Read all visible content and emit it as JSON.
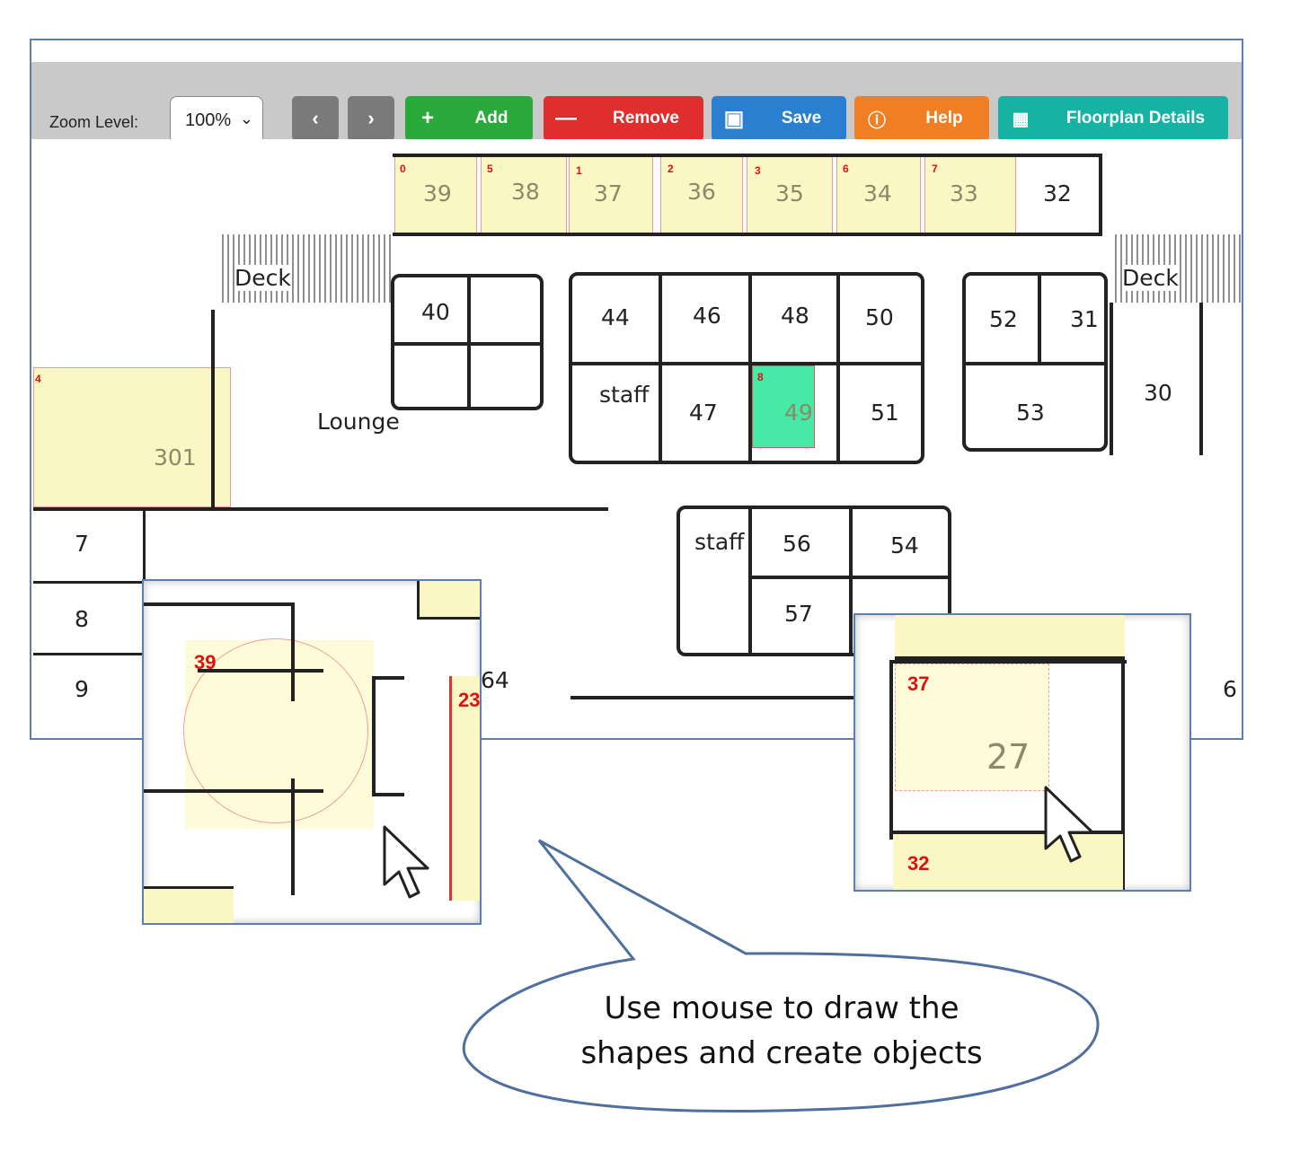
{
  "toolbar": {
    "zoom_label": "Zoom Level:",
    "zoom_value": "100%",
    "prev_icon": "chevron-left-icon",
    "next_icon": "chevron-right-icon",
    "add_label": "Add",
    "remove_label": "Remove",
    "save_label": "Save",
    "help_label": "Help",
    "details_label": "Floorplan Details"
  },
  "floorplan": {
    "top_rooms": [
      {
        "index": "0",
        "number": "39"
      },
      {
        "index": "5",
        "number": "38"
      },
      {
        "index": "1",
        "number": "37"
      },
      {
        "index": "2",
        "number": "36"
      },
      {
        "index": "3",
        "number": "35"
      },
      {
        "index": "6",
        "number": "34"
      },
      {
        "index": "7",
        "number": "33"
      },
      {
        "index": "",
        "number": "32"
      }
    ],
    "rooms": {
      "r40": "40",
      "r44": "44",
      "r46": "46",
      "r48": "48",
      "r50": "50",
      "r52": "52",
      "r31": "31",
      "r30": "30",
      "r47": "47",
      "r49": "49",
      "r49_index": "8",
      "r51": "51",
      "r53": "53",
      "staff1": "staff",
      "staff2": "staff",
      "r56": "56",
      "r54": "54",
      "r57": "57",
      "r301": "301",
      "r301_index": "4",
      "r7": "7",
      "r8": "8",
      "r9": "9",
      "lounge": "Lounge",
      "deck_left": "Deck",
      "deck_right": "Deck",
      "r64": "64",
      "r6x": "6"
    }
  },
  "zoom_a": {
    "label_39": "39",
    "label_23": "23"
  },
  "zoom_b": {
    "label_37": "37",
    "label_27": "27",
    "label_32": "32"
  },
  "callout": {
    "line1": "Use mouse to draw the",
    "line2": "shapes and create objects"
  },
  "colors": {
    "highlight": "#fbf7c5",
    "selected": "#48e8a6",
    "index_text": "#e01010"
  }
}
